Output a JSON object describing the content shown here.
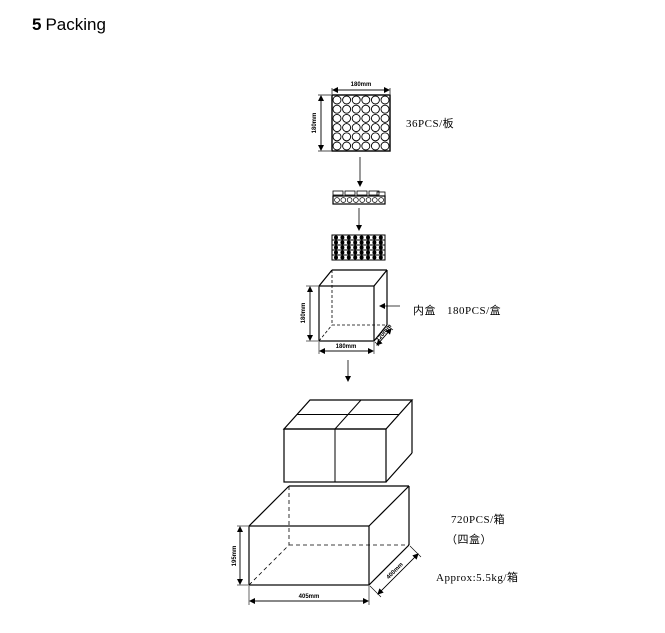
{
  "section": {
    "number": "5",
    "title": "Packing"
  },
  "tray": {
    "width_label": "180mm",
    "height_label": "180mm",
    "qty_label": "36PCS/板"
  },
  "inner_box": {
    "height_label": "180mm",
    "width_label": "180mm",
    "depth_label": "120mm",
    "name_label": "内盒",
    "qty_label": "180PCS/盒"
  },
  "carton": {
    "height_label": "195mm",
    "width_label": "405mm",
    "depth_label": "400mm",
    "qty_label": "720PCS/箱",
    "content_label": "（四盒）",
    "weight_label": "Approx:5.5kg/箱"
  }
}
